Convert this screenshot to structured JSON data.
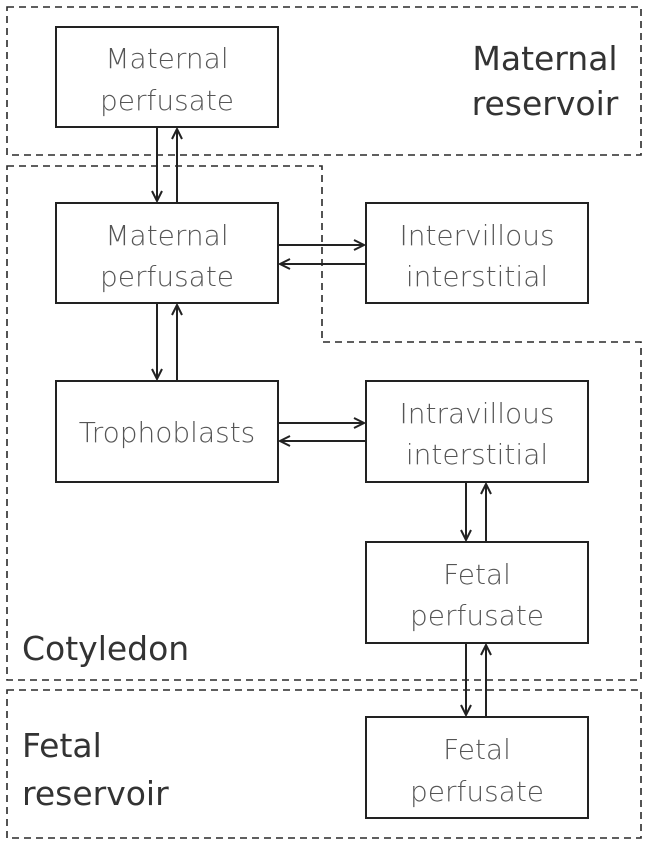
{
  "regions": {
    "maternal_reservoir": {
      "line1": "Maternal",
      "line2": "reservoir"
    },
    "cotyledon": {
      "line1": "Cotyledon"
    },
    "fetal_reservoir": {
      "line1": "Fetal",
      "line2": "reservoir"
    }
  },
  "boxes": {
    "reservoir_maternal_perfusate": {
      "line1": "Maternal",
      "line2": "perfusate"
    },
    "cotyledon_maternal_perfusate": {
      "line1": "Maternal",
      "line2": "perfusate"
    },
    "intervillous_interstitial": {
      "line1": "Intervillous",
      "line2": "interstitial"
    },
    "trophoblasts": {
      "line1": "Trophoblasts"
    },
    "intravillous_interstitial": {
      "line1": "Intravillous",
      "line2": "interstitial"
    },
    "cotyledon_fetal_perfusate": {
      "line1": "Fetal",
      "line2": "perfusate"
    },
    "reservoir_fetal_perfusate": {
      "line1": "Fetal",
      "line2": "perfusate"
    }
  },
  "colors": {
    "stroke": "#222222",
    "box_text": "#555555",
    "region_text": "#333333"
  }
}
